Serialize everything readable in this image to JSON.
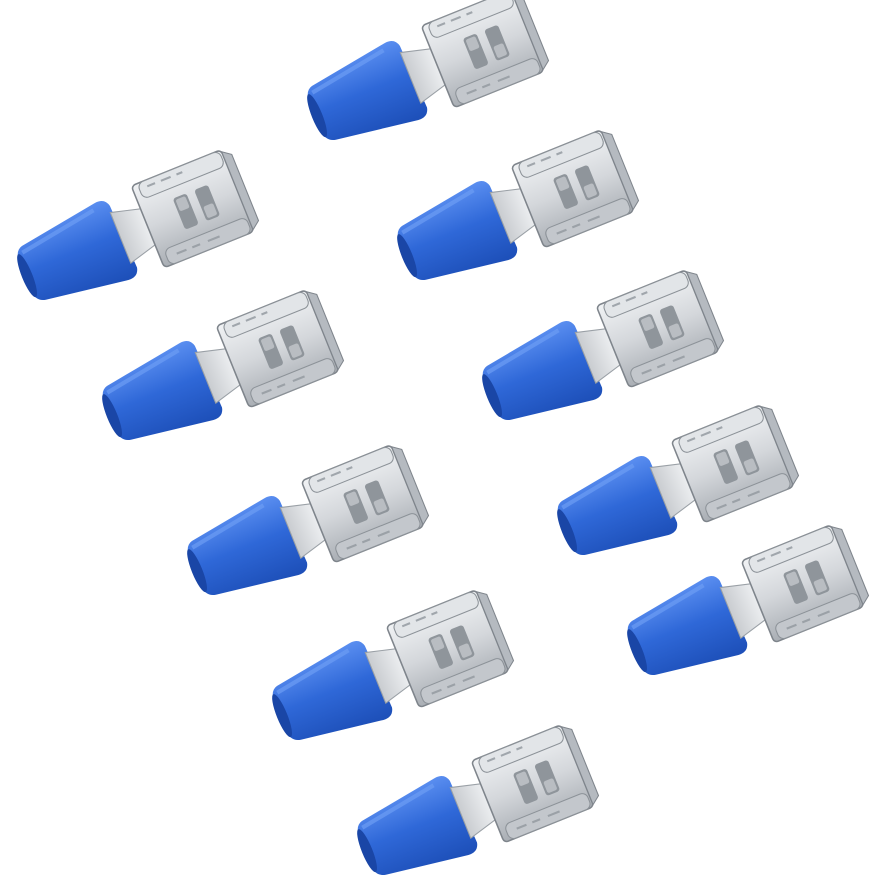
{
  "image": {
    "subject": "",
    "background_color": "#ffffff"
  },
  "colors": {
    "insulator_main": "#2f68d8",
    "insulator_light": "#5a8ef0",
    "insulator_dark": "#1d4fb8",
    "metal_main": "#d4d7db",
    "metal_light": "#f0f2f4",
    "metal_dark": "#9aa0a6",
    "metal_edge": "#7f858c"
  },
  "terminals": [
    {
      "id": 1
    },
    {
      "id": 2
    },
    {
      "id": 3
    },
    {
      "id": 4
    },
    {
      "id": 5
    },
    {
      "id": 6
    },
    {
      "id": 7
    },
    {
      "id": 8
    },
    {
      "id": 9
    },
    {
      "id": 10
    }
  ]
}
